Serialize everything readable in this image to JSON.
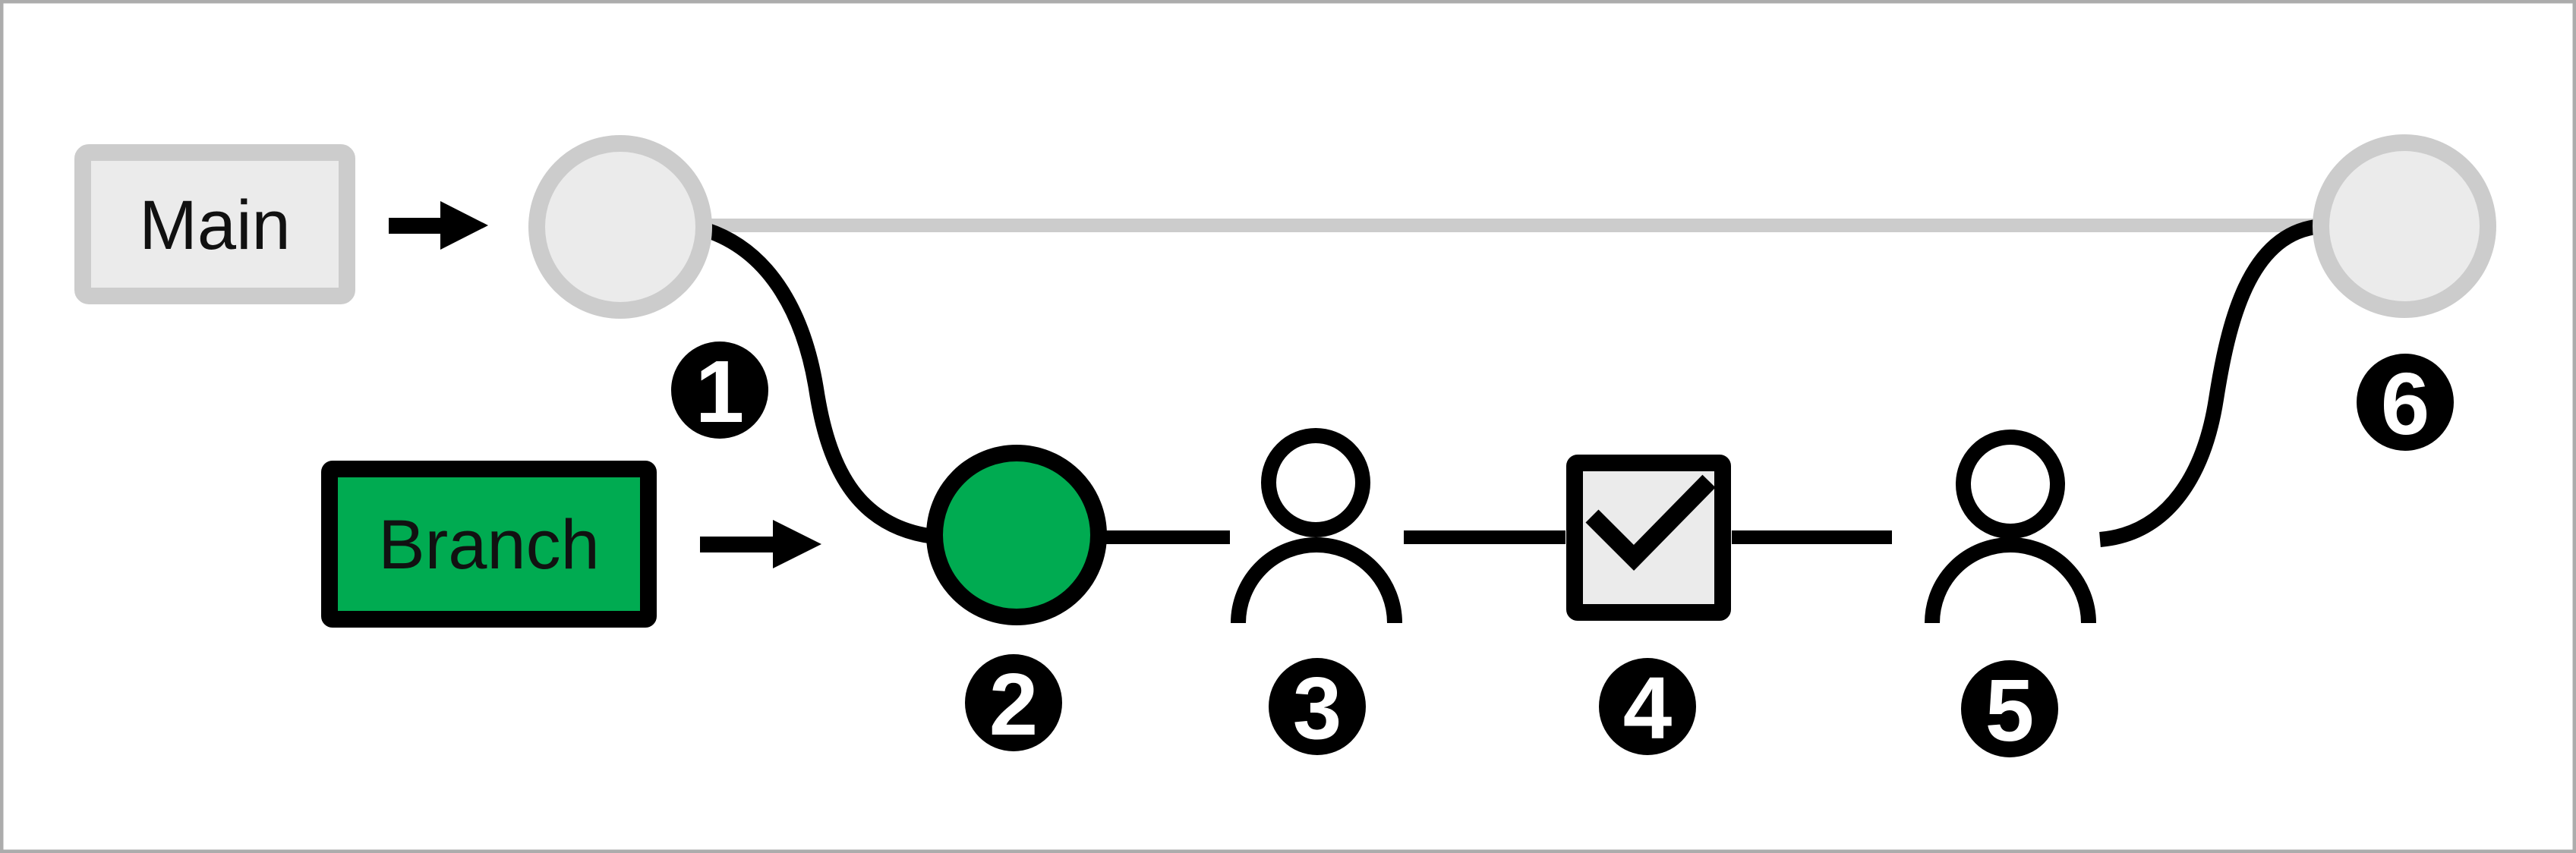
{
  "diagram": {
    "description": "Branch workflow diagram: a commit leaves Main, work happens on a Branch (commit, review, approval, review), then merges back to Main",
    "labels": {
      "main": "Main",
      "branch": "Branch"
    },
    "badges": [
      {
        "number": "1"
      },
      {
        "number": "2"
      },
      {
        "number": "3"
      },
      {
        "number": "4"
      },
      {
        "number": "5"
      },
      {
        "number": "6"
      }
    ],
    "icons": [
      "arrow-right-icon",
      "commit-node-icon",
      "person-icon",
      "checkbox-checked-icon"
    ],
    "colors": {
      "green": "#00AB51",
      "light_gray_fill": "#EBEBEB",
      "gray_stroke": "#CCCCCC",
      "black": "#000000",
      "white": "#FFFFFF",
      "frame_border": "#ACACAC"
    }
  }
}
